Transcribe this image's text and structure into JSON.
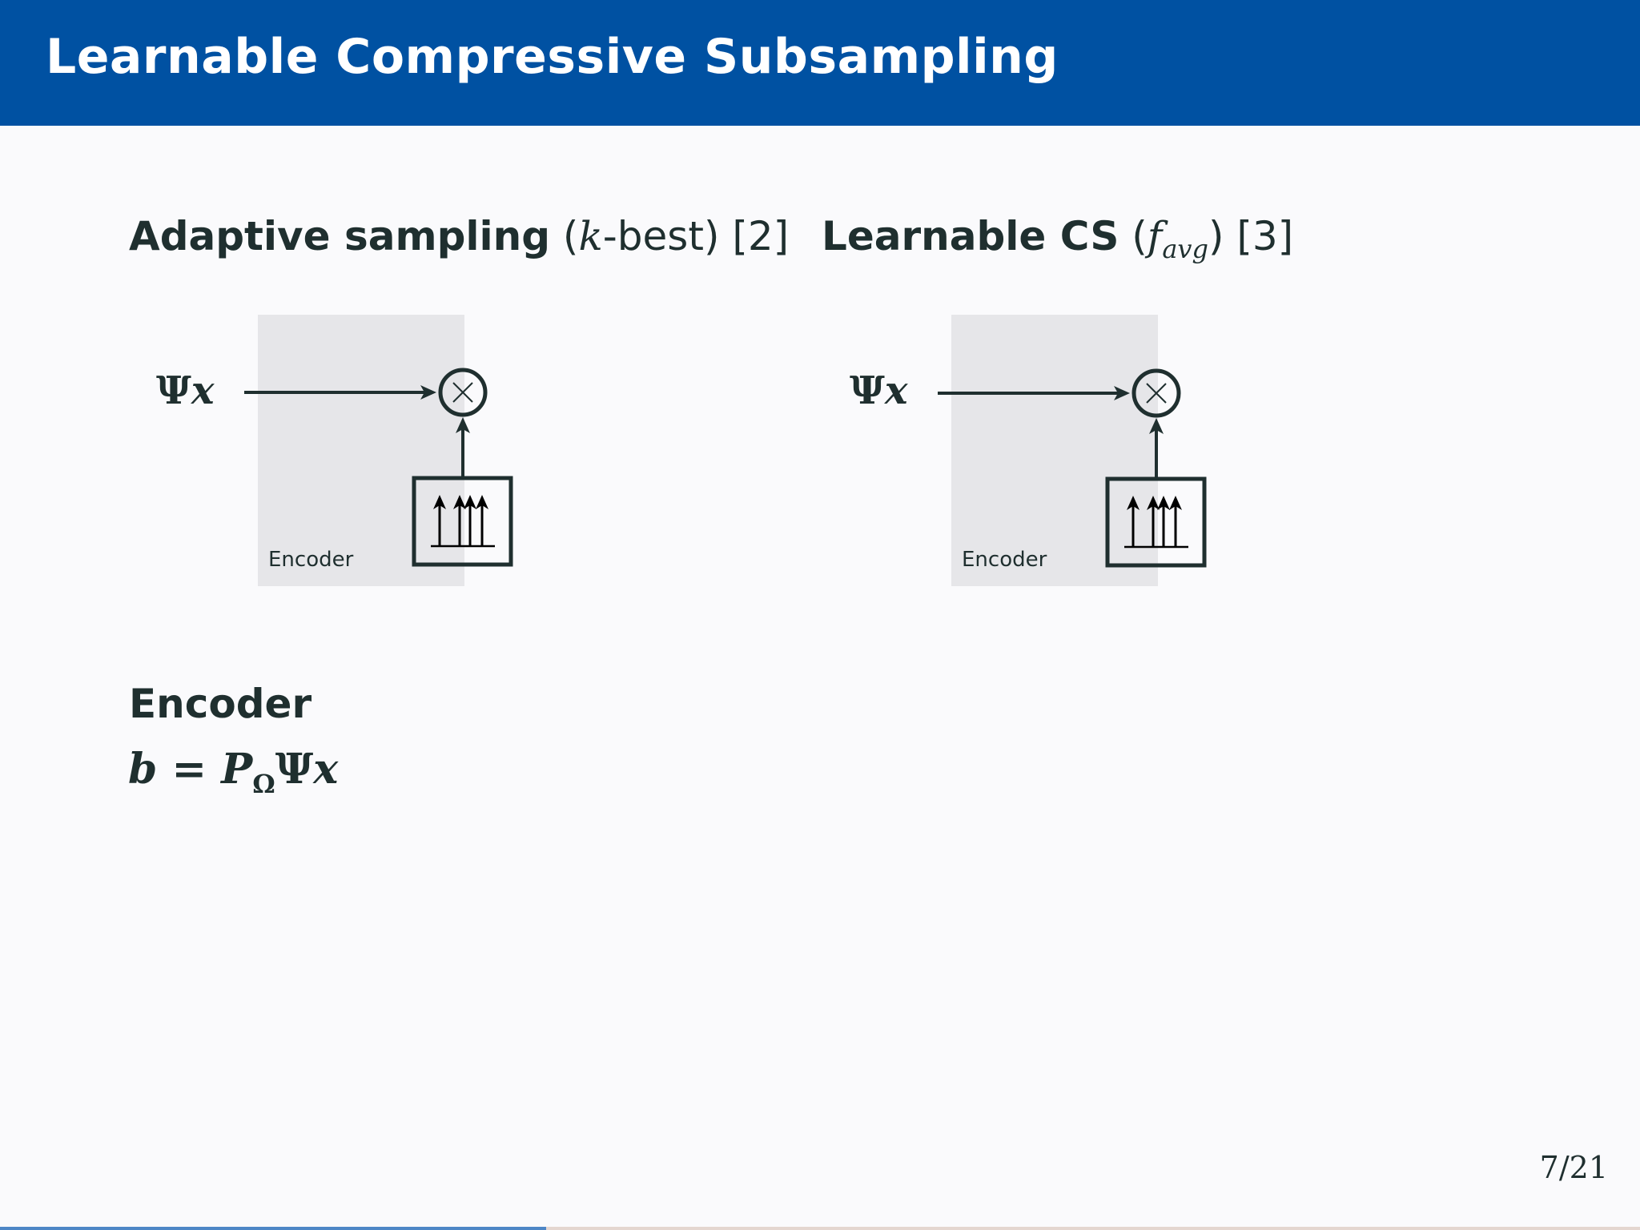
{
  "header": {
    "title": "Learnable Compressive Subsampling"
  },
  "columns": [
    {
      "title_bold": "Adaptive sampling",
      "title_open": " (",
      "title_math": "k",
      "title_rest": "-best) [2]",
      "input_symbol": "Ψ",
      "input_var": "x",
      "encoder_label": "Encoder"
    },
    {
      "title_bold": "Learnable CS",
      "title_open": " (",
      "title_math": "f",
      "title_sub": "avg",
      "title_rest": ") [3]",
      "input_symbol": "Ψ",
      "input_var": "x",
      "encoder_label": "Encoder"
    }
  ],
  "encoder_section": {
    "heading": "Encoder",
    "eq_lhs": "b",
    "eq_op": " = ",
    "eq_p": "P",
    "eq_sub": "Ω",
    "eq_psi": "Ψ",
    "eq_x": "x"
  },
  "footer": {
    "page_number": "7/21",
    "progress_fraction": 0.333
  },
  "colors": {
    "header_bg": "#0051a2",
    "text": "#1f2f2f",
    "encoder_bg": "#e6e6e9",
    "progress": "#4d86c6"
  },
  "icons": [
    "multiply-circle-icon",
    "arrow-right-icon",
    "arrow-up-icon",
    "sampling-arrows-icon"
  ]
}
